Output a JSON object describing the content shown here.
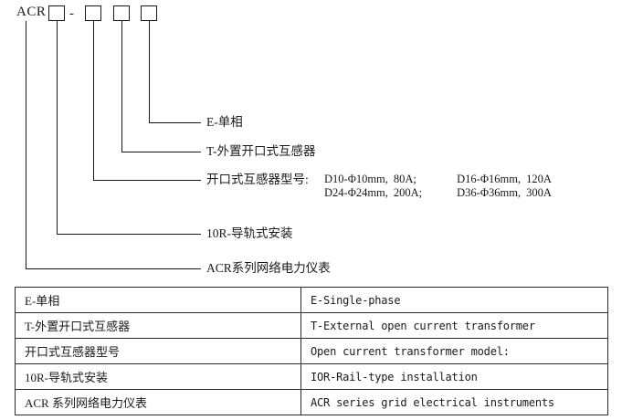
{
  "header": {
    "prefix": "ACR",
    "separator": "-",
    "boxes": [
      "",
      "",
      "",
      "",
      ""
    ]
  },
  "annotations": [
    {
      "id": "single-phase",
      "text": "E-单相"
    },
    {
      "id": "external-ct",
      "text": "T-外置开口式互感器"
    },
    {
      "id": "ct-model",
      "text": "开口式互感器型号:"
    },
    {
      "id": "rail-installation",
      "text": "10R-导轨式安装"
    },
    {
      "id": "acr-series",
      "text": "ACR系列网络电力仪表"
    }
  ],
  "ct_models": [
    {
      "model": "D10-Φ10mm,",
      "current": "80A;",
      "model2": "D16-Φ16mm,",
      "current2": "120A"
    },
    {
      "model": "D24-Φ24mm,",
      "current": "200A;",
      "model2": "D36-Φ36mm,",
      "current2": "300A"
    }
  ],
  "legend_table": {
    "rows": [
      {
        "cn": "E-单相",
        "en": "E-Single-phase"
      },
      {
        "cn": "T-外置开口式互感器",
        "en": "T-External open current transformer"
      },
      {
        "cn": "开口式互感器型号",
        "en": "Open current transformer model:"
      },
      {
        "cn": "10R-导轨式安装",
        "en": "IOR-Rail-type installation"
      },
      {
        "cn": "ACR 系列网络电力仪表",
        "en": "ACR series grid electrical instruments"
      }
    ]
  },
  "colors": {
    "line": "#1a1a1a",
    "border": "#2b2b2b",
    "text": "#1a1a1a",
    "background": "#ffffff"
  }
}
